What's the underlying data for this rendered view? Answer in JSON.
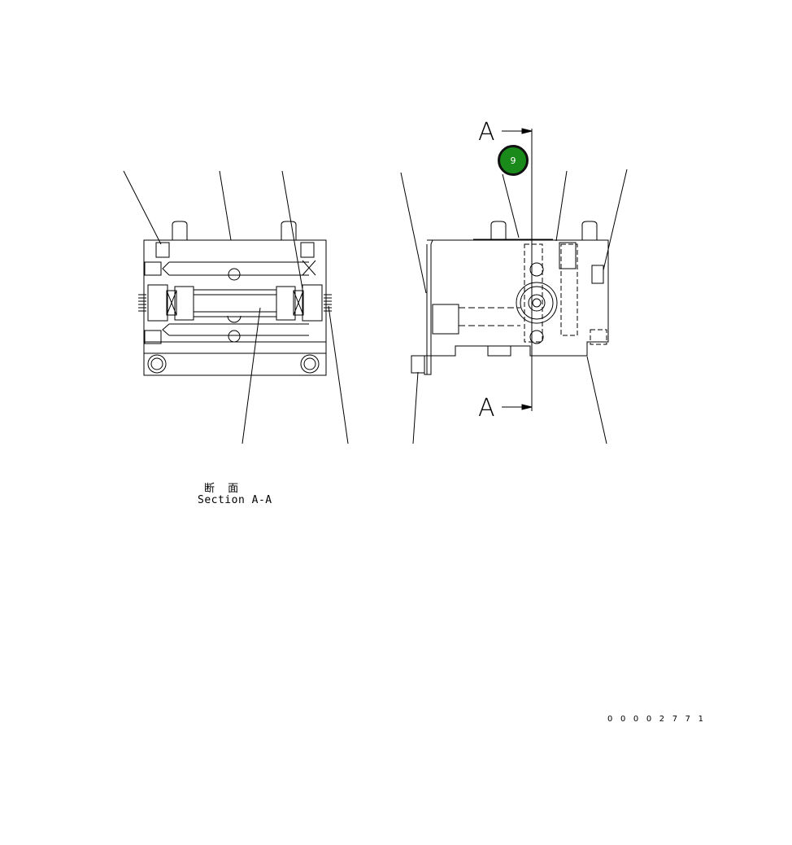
{
  "drawing": {
    "section_caption_jp": "断 面",
    "section_caption_en": "Section A-A",
    "section_marker_top": "A",
    "section_marker_bottom": "A",
    "document_number": "0 0 0 0 2 7 7 1",
    "callout": {
      "label": "9",
      "color": "#1a8a1a"
    }
  }
}
